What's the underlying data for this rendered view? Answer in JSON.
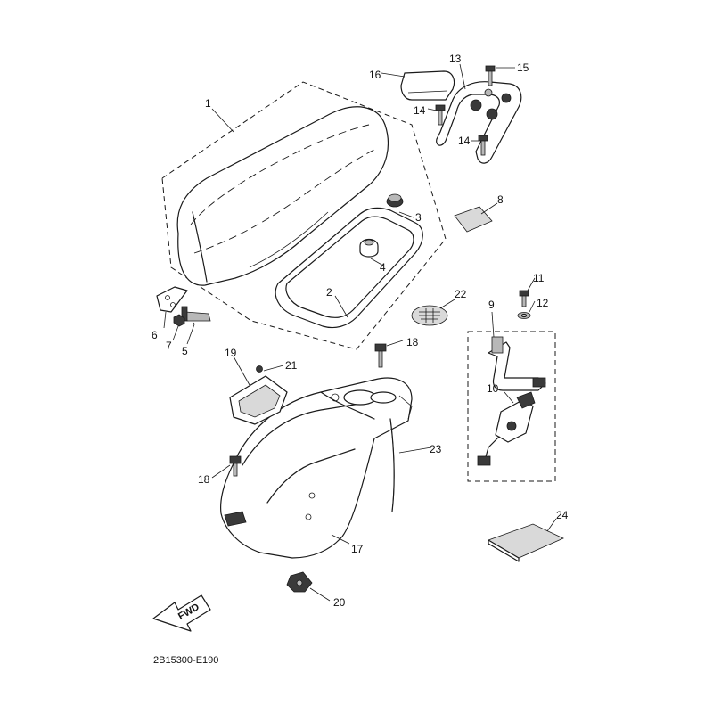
{
  "diagram": {
    "callouts": {
      "c1": "1",
      "c2": "2",
      "c3": "3",
      "c4": "4",
      "c5": "5",
      "c6": "6",
      "c7": "7",
      "c8": "8",
      "c9": "9",
      "c10": "10",
      "c11": "11",
      "c12": "12",
      "c13": "13",
      "c14a": "14",
      "c14b": "14",
      "c15": "15",
      "c16": "16",
      "c17": "17",
      "c18a": "18",
      "c18b": "18",
      "c19": "19",
      "c20": "20",
      "c21": "21",
      "c22": "22",
      "c23": "23",
      "c24": "24"
    },
    "fwd_label": "FWD",
    "drawing_code": "2B15300-E190"
  }
}
